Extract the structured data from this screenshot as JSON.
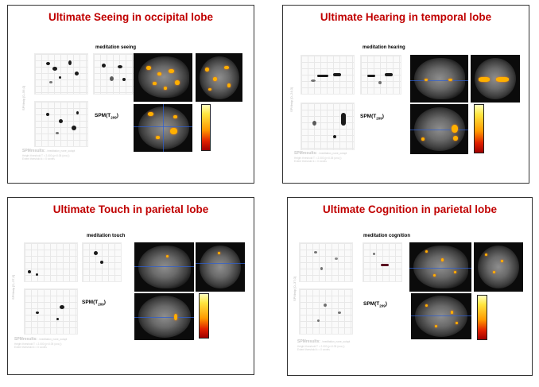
{
  "panels": [
    {
      "title": "Ultimate Seeing in occipital lobe",
      "subtitle": "meditation seeing",
      "spm_base": "SPM(T",
      "spm_sub": "209",
      "spm_close": ")",
      "results_head": "SPMresults:",
      "results_path": ".\\meditation_none_outupt"
    },
    {
      "title": "Ultimate Hearing in temporal lobe",
      "subtitle": "meditation hearing",
      "spm_base": "SPM(T",
      "spm_sub": "209",
      "spm_close": ")",
      "results_head": "SPMresults:",
      "results_path": ".\\meditation_none_outupt"
    },
    {
      "title": "Ultimate Touch in parietal lobe",
      "subtitle": "meditation touch",
      "spm_base": "SPM(T",
      "spm_sub": "209",
      "spm_close": ")",
      "results_head": "SPMresults:",
      "results_path": ".\\meditation_none_outupt"
    },
    {
      "title": "Ultimate Cognition in parietal lobe",
      "subtitle": "meditation cognition",
      "spm_base": "SPM(T",
      "spm_sub": "209",
      "spm_close": ")",
      "results_head": "SPMresults:",
      "results_path": ".\\meditation_none_outupt"
    }
  ],
  "colors": {
    "title": "#c00000",
    "activation": "#ffb000",
    "crosshair": "#2f5fd0"
  }
}
